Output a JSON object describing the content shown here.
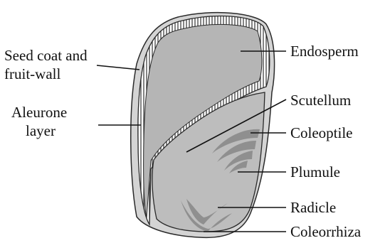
{
  "diagram": {
    "labels": {
      "seed_coat_line1": "Seed coat and",
      "seed_coat_line2": "fruit-wall",
      "aleurone_line1": "Aleurone",
      "aleurone_line2": "layer",
      "endosperm": "Endosperm",
      "scutellum": "Scutellum",
      "coleoptile": "Coleoptile",
      "plumule": "Plumule",
      "radicle": "Radicle",
      "coleorrhiza": "Coleorrhiza"
    },
    "colors": {
      "seed_coat": "#d4d4d4",
      "endosperm": "#b5b5b5",
      "embryo": "#b9b9b9",
      "coleoptile_bands": "#8f8f8f",
      "outline": "#2a2a2a",
      "text": "#111111"
    }
  }
}
